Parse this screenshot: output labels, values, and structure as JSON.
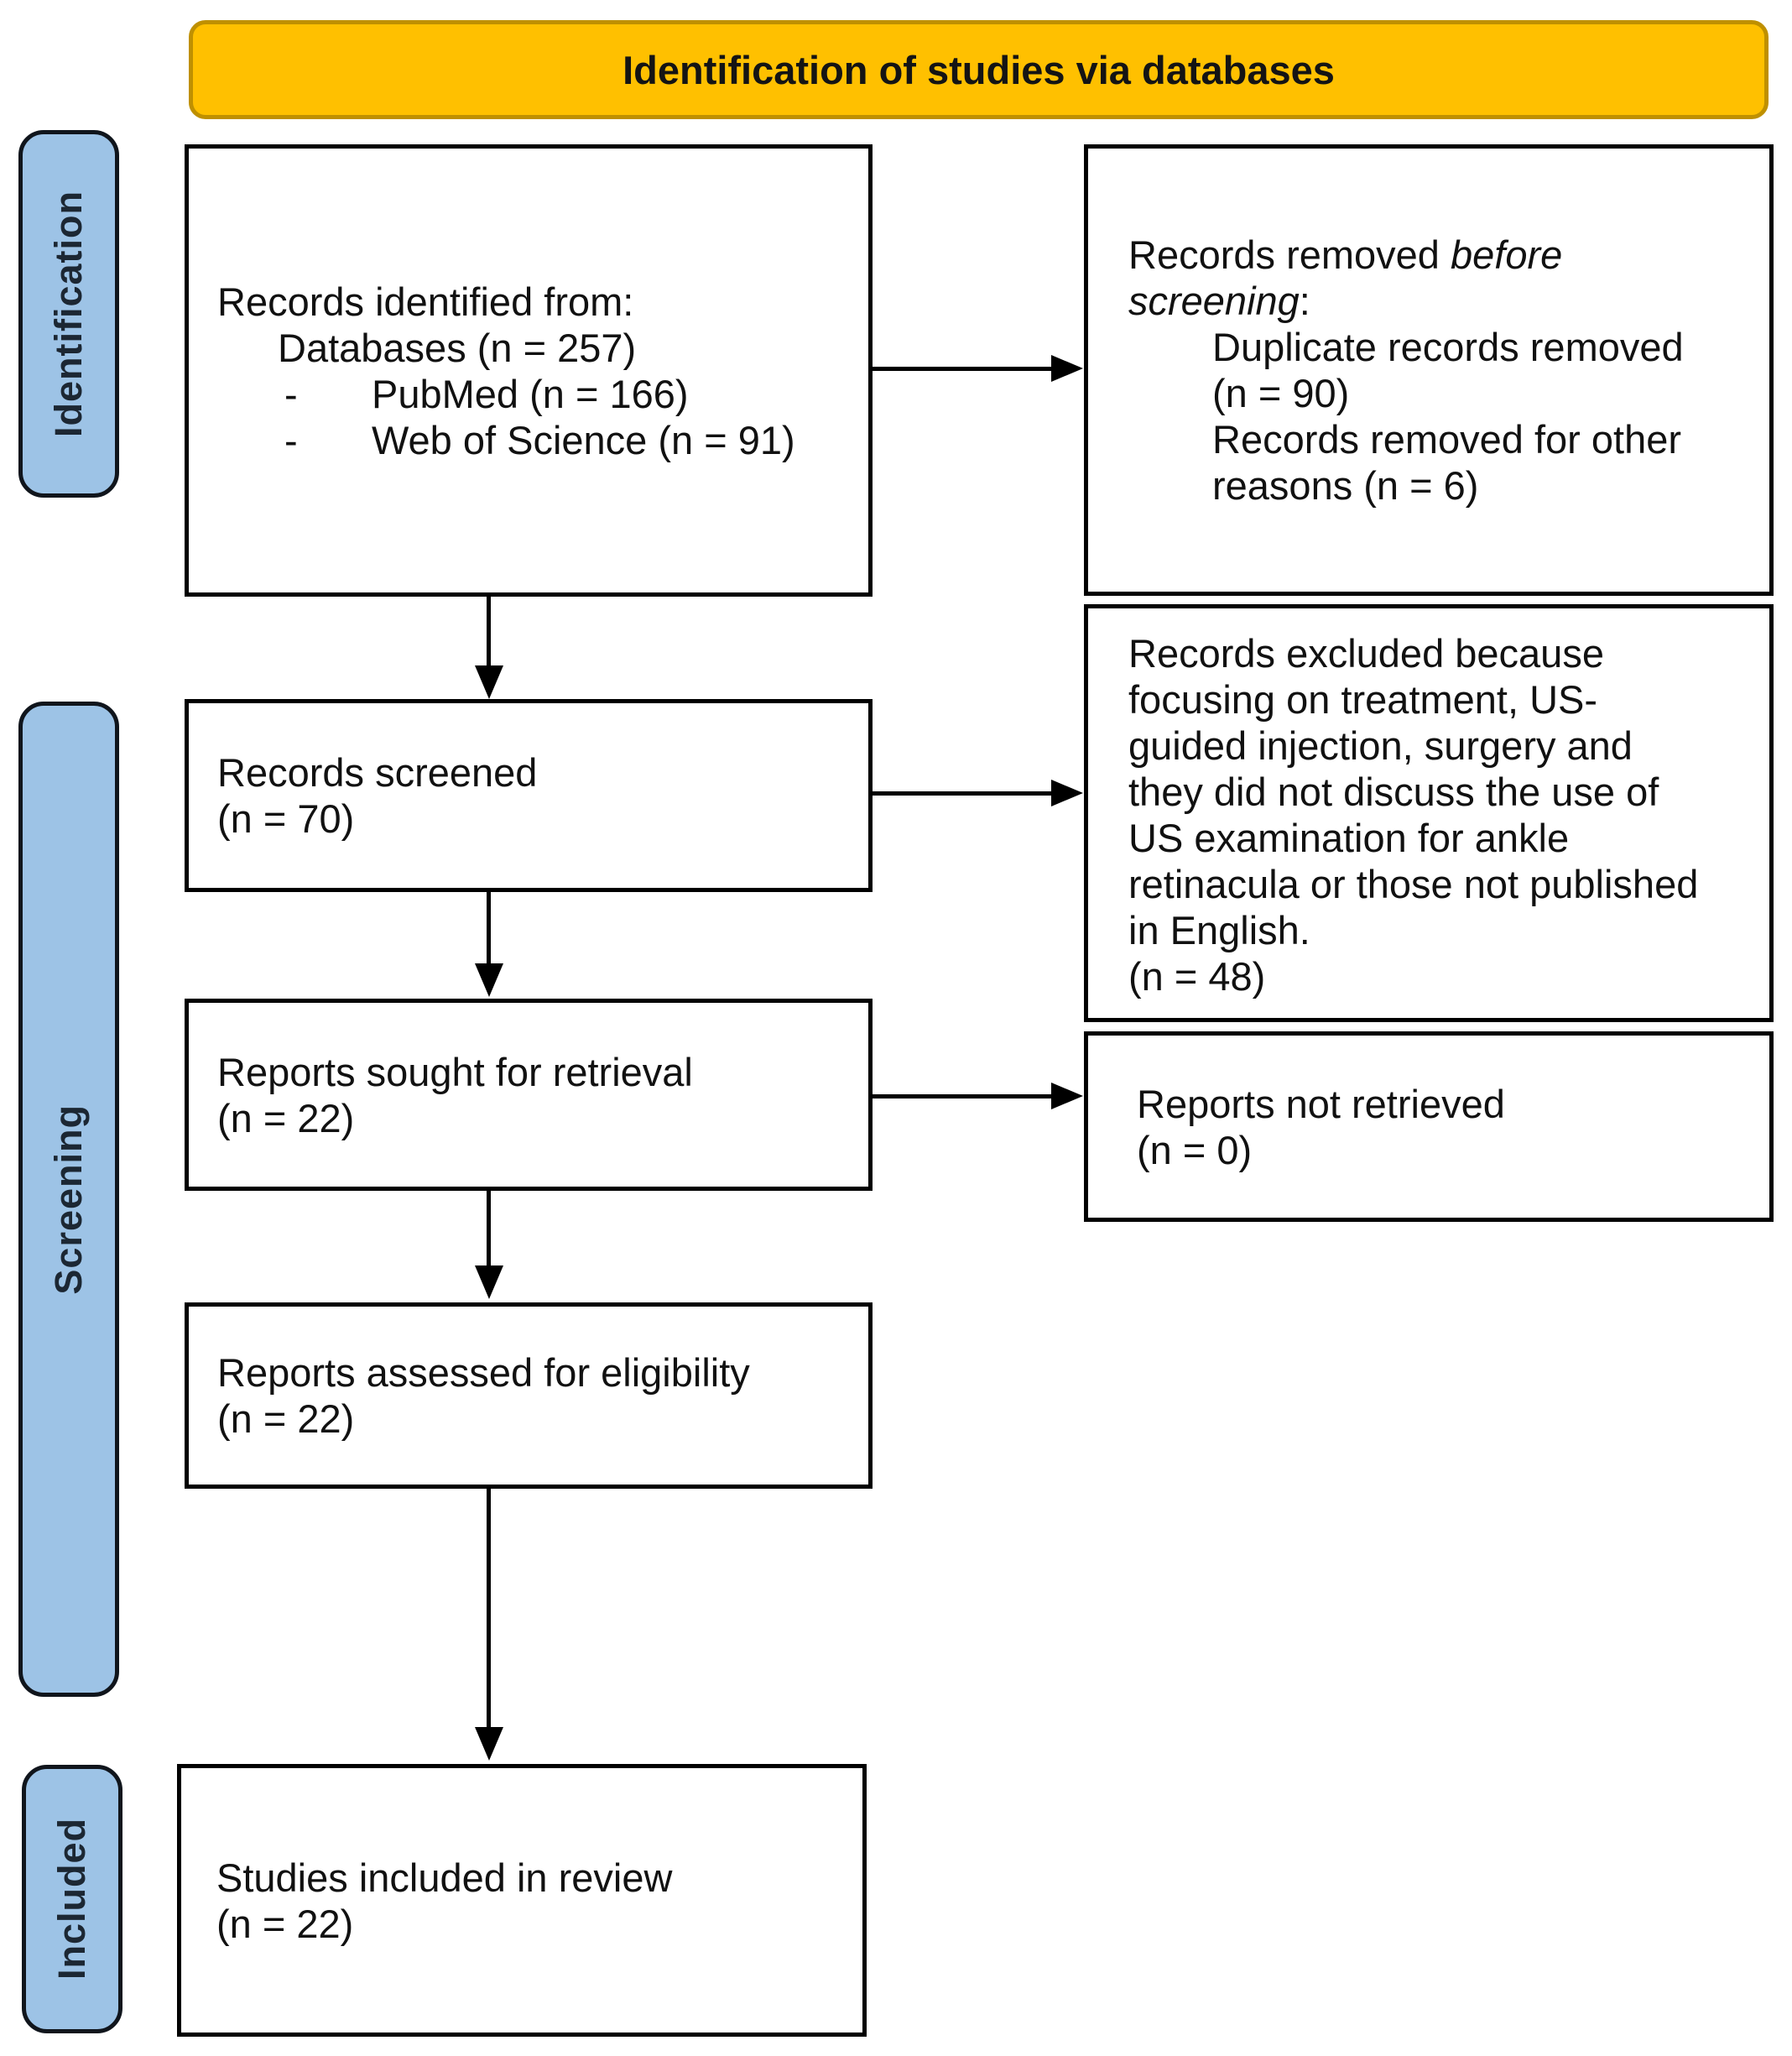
{
  "colors": {
    "banner_bg": "#FFC000",
    "banner_border": "#BF9000",
    "stage_bg": "#9DC3E6",
    "stage_border": "#10151C",
    "stage_text": "#1C2733",
    "box_border": "#000000",
    "arrow": "#000000",
    "text": "#111111"
  },
  "banner": {
    "title": "Identification of studies via databases"
  },
  "stages": {
    "identification": "Identification",
    "screening": "Screening",
    "included": "Included"
  },
  "boxes": {
    "identified": {
      "heading": "Records identified from:",
      "source": "Databases (n = 257)",
      "bullets": [
        {
          "dash": "-",
          "label": "PubMed (n = 166)"
        },
        {
          "dash": "-",
          "label": "Web of Science (n = 91)"
        }
      ]
    },
    "removed": {
      "lead": "Records removed ",
      "lead_italic_1": "before",
      "lead_italic_2": "screening",
      "lead_colon": ":",
      "items": [
        "Duplicate records removed\n(n = 90)",
        "Records removed for other\nreasons (n = 6)"
      ]
    },
    "screened": {
      "text": "Records screened\n(n = 70)"
    },
    "excluded": {
      "text": "Records excluded because\nfocusing on treatment, US-\nguided injection, surgery and\nthey did not discuss the use of\nUS examination for ankle\nretinacula or those not published\nin English.\n(n = 48)"
    },
    "sought": {
      "text": "Reports sought for retrieval\n(n = 22)"
    },
    "not_retrieved": {
      "text": "Reports not retrieved\n(n = 0)"
    },
    "assessed": {
      "text": "Reports assessed for eligibility\n(n = 22)"
    },
    "included_box": {
      "text": "Studies included in review\n(n = 22)"
    }
  }
}
